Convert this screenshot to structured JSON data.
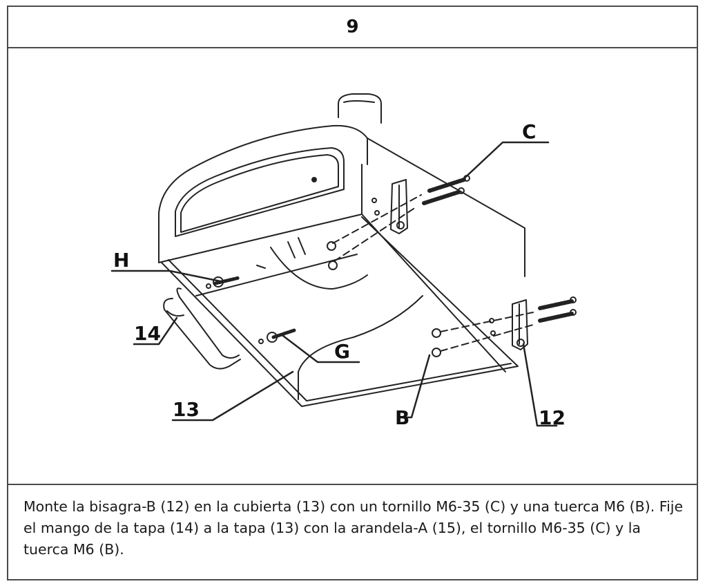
{
  "step": {
    "number": "9"
  },
  "figure": {
    "callouts": {
      "c": "C",
      "h": "H",
      "n14": "14",
      "g": "G",
      "n13": "13",
      "b": "B",
      "n12": "12"
    }
  },
  "instruction": {
    "text": "Monte la bisagra-B (12) en la cubierta (13) con un tornillo M6-35 (C) y una tuerca M6 (B). Fije el mango de la tapa (14) a la tapa (13) con la arandela-A (15), el tornillo M6-35 (C) y la tuerca M6 (B)."
  }
}
